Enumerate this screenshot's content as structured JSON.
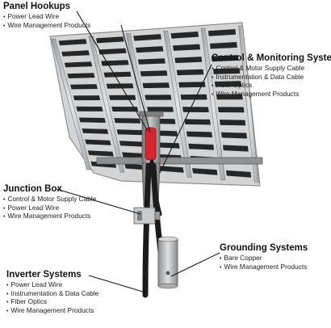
{
  "callouts": {
    "panel_hookups": {
      "title": "Panel Hookups",
      "items": [
        "Power Lead Wire",
        "Wire Management Products"
      ]
    },
    "control_monitoring": {
      "title": "Control & Monitoring Systems",
      "items": [
        "Control & Motor Supply Cable",
        "Instrumentation & Data Cable",
        "Fiber Optics",
        "Wire Management Products"
      ]
    },
    "junction_box": {
      "title": "Junction Box",
      "items": [
        "Control & Motor Supply Cable",
        "Power Lead Wire",
        "Wire Management Products"
      ]
    },
    "grounding": {
      "title": "Grounding Systems",
      "items": [
        "Bare Copper",
        "Wire Management Products"
      ]
    },
    "inverter": {
      "title": "Inverter Systems",
      "items": [
        "Power Lead Wire",
        "Instrumentation & Data Cable",
        "Fiber Optics",
        "Wire Management Products"
      ]
    }
  },
  "colors": {
    "panel_frame": "#c9cacc",
    "panel_slot": "#262626",
    "post": "#8a8c8e",
    "cable_red": "#d62430",
    "cable_black": "#1b1b1b",
    "ground_rod": "#b3b5b7"
  }
}
